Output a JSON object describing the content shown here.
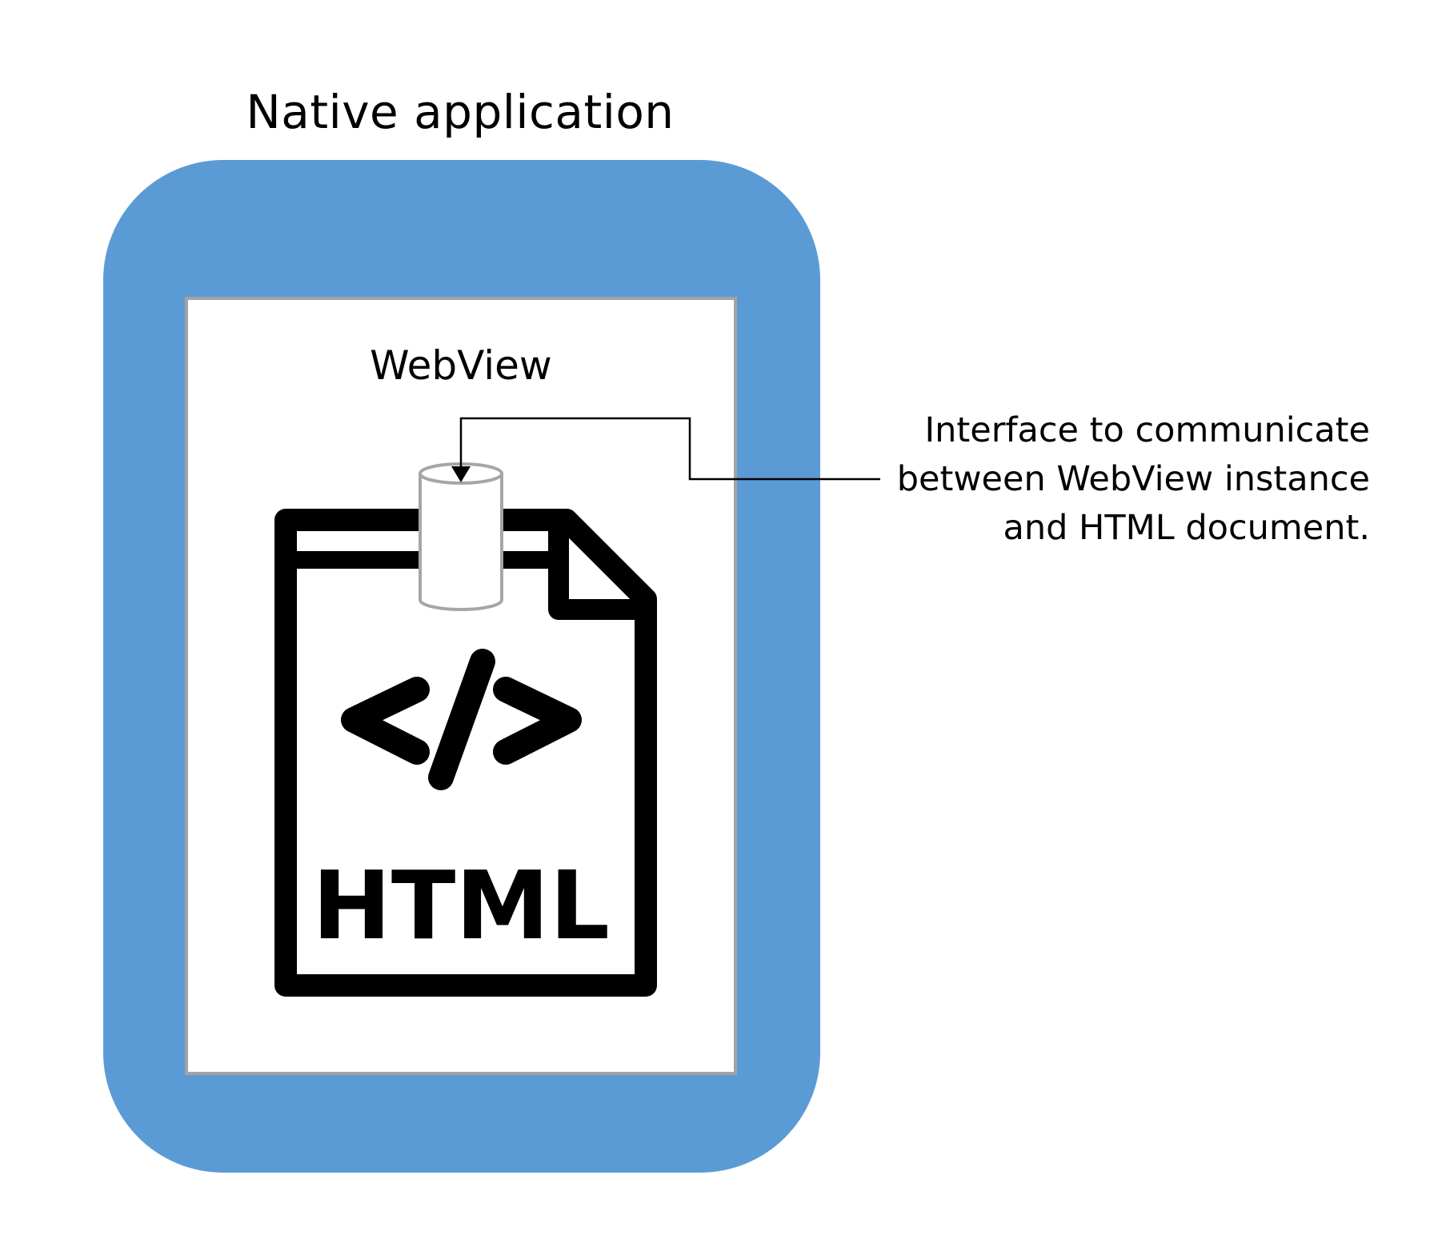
{
  "diagram": {
    "title": "Native application",
    "webview_label": "WebView",
    "document_label": "HTML",
    "code_symbol": "</>",
    "annotation_lines": [
      "Interface to communicate",
      "between WebView instance",
      "and HTML document."
    ],
    "icons": {
      "document": "html-file-icon",
      "interface": "cylinder-icon",
      "connector": "arrow-connector"
    },
    "colors": {
      "app_frame": "#5b9bd5",
      "webview_border": "#a3a3a3",
      "document_stroke": "#000000",
      "cylinder_stroke": "#a6a6a6"
    }
  }
}
